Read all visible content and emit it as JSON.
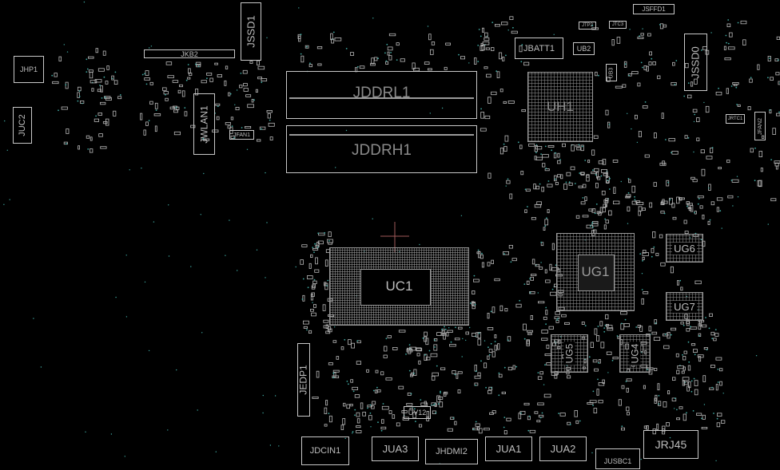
{
  "board": {
    "background": "#000000",
    "outline_color": "#c8c8c8",
    "via_color": "#3fa7a0"
  },
  "components": {
    "jhp1": "JHP1",
    "juc2": "JUC2",
    "jkb2": "JKB2",
    "jwlan1": "JWLAN1",
    "jfan1": "JFAN1",
    "jssd1": "JSSD1",
    "jddrl1": "JDDRL1",
    "jddrh1": "JDDRH1",
    "uh1": "UH1",
    "jbatt1": "JBATT1",
    "ub2": "UB2",
    "ub3": "UB3",
    "jtp2": "JTP2",
    "jtc3": "JTC3",
    "jsffd1": "JSFFD1",
    "jssd0": "JSSD0",
    "jrtc1": "JRTC1",
    "jfan2": "JFAN2",
    "uc1": "UC1",
    "ug1": "UG1",
    "ug6": "UG6",
    "ug7": "UG7",
    "ug5": "UG5",
    "ug4": "UG4",
    "jedp1": "JEDP1",
    "uv12": "UV12",
    "jdcin1": "JDCIN1",
    "jua3": "JUA3",
    "jhdmi2": "JHDMI2",
    "jua1": "JUA1",
    "jua2": "JUA2",
    "jusbc1": "JUSBC1",
    "jrj45": "JRJ45"
  }
}
